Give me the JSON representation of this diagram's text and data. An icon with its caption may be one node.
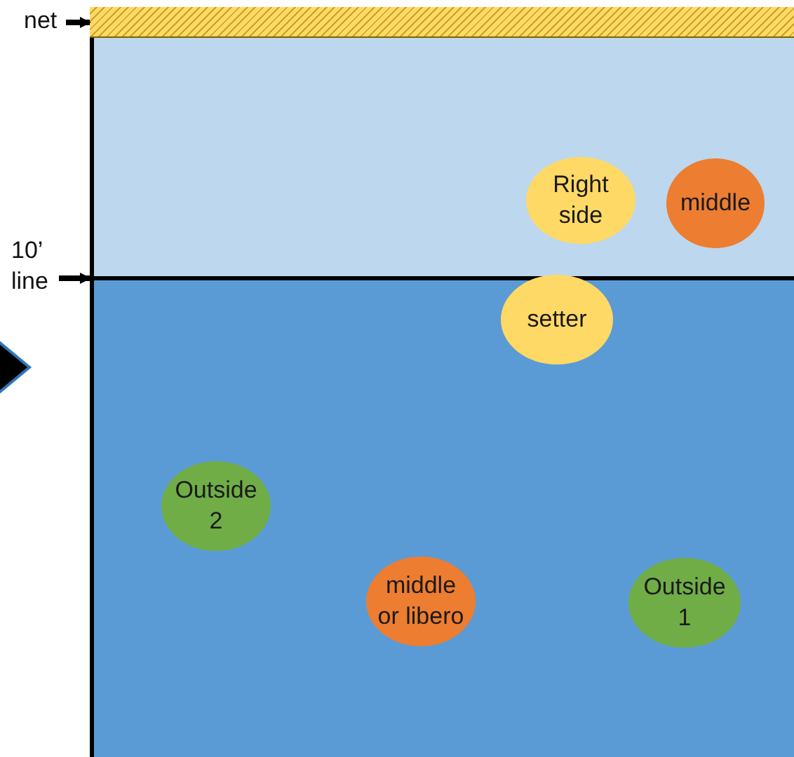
{
  "diagram": {
    "nodes": [
      {
        "text": [
          "net"
        ]
      },
      {
        "text": [],
        "shape": "bar"
      },
      {
        "text": [
          "Right side"
        ]
      },
      {
        "text": [
          "middle"
        ]
      },
      {
        "text": [
          "10’ line"
        ]
      },
      {
        "text": [],
        "shape": "line"
      },
      {
        "text": [
          "setter"
        ]
      },
      {
        "text": [
          "Outside 2"
        ]
      },
      {
        "text": [
          "middle or libero"
        ]
      },
      {
        "text": [
          "Outside 1"
        ]
      }
    ],
    "edges": [
      {
        "from": 0,
        "to": 1,
        "arrow": "to"
      },
      {
        "from": 4,
        "to": 5,
        "arrow": "to"
      }
    ]
  }
}
